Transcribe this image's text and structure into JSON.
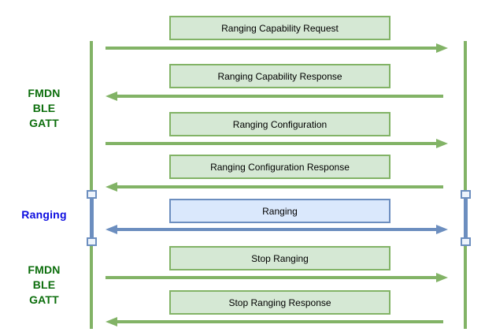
{
  "sections": [
    {
      "lines": [
        "FMDN",
        "BLE",
        "GATT"
      ],
      "color_key": "green_label"
    },
    {
      "lines": [
        "Ranging"
      ],
      "color_key": "blue_label"
    },
    {
      "lines": [
        "FMDN",
        "BLE",
        "GATT"
      ],
      "color_key": "green_label"
    }
  ],
  "messages": [
    {
      "label": "Ranging Capability Request",
      "direction": "right",
      "scheme": "green"
    },
    {
      "label": "Ranging Capability Response",
      "direction": "left",
      "scheme": "green"
    },
    {
      "label": "Ranging Configuration",
      "direction": "right",
      "scheme": "green"
    },
    {
      "label": "Ranging Configuration Response",
      "direction": "left",
      "scheme": "green"
    },
    {
      "label": "Ranging",
      "direction": "both",
      "scheme": "blue"
    },
    {
      "label": "Stop Ranging",
      "direction": "right",
      "scheme": "green"
    },
    {
      "label": "Stop Ranging Response",
      "direction": "left",
      "scheme": "green"
    }
  ],
  "colors": {
    "green_fill": "#d5e8d4",
    "green_stroke": "#82b366",
    "blue_fill": "#dae8fc",
    "blue_stroke": "#6c8ebf",
    "activation_fill": "#eef4fc",
    "green_label": "#0c6e0c",
    "blue_label": "#0d0de0",
    "box_text": "#000000"
  }
}
